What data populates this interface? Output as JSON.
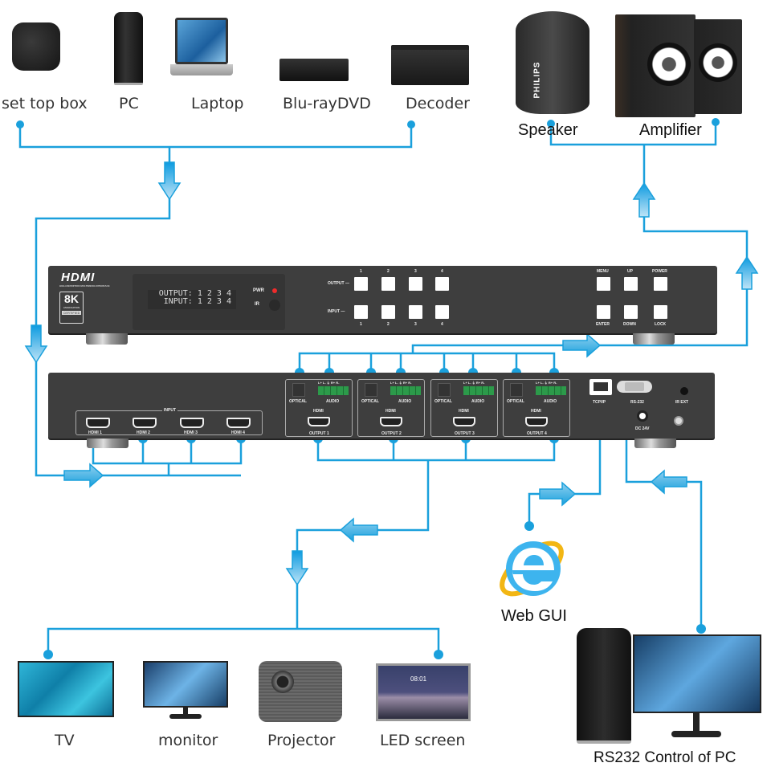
{
  "diagram": {
    "title": "4x4 HDMI Matrix Switcher Connection Diagram",
    "accent_color": "#1aa0dc",
    "sources": [
      {
        "label": "set top box",
        "icon": "set-top-box-icon"
      },
      {
        "label": "PC",
        "icon": "pc-tower-icon"
      },
      {
        "label": "Laptop",
        "icon": "laptop-icon"
      },
      {
        "label": "Blu-rayDVD",
        "icon": "bluray-player-icon"
      },
      {
        "label": "Decoder",
        "icon": "decoder-icon"
      }
    ],
    "audio_outputs": [
      {
        "label": "Speaker",
        "icon": "speaker-icon",
        "brand": "PHILIPS"
      },
      {
        "label": "Amplifier",
        "icon": "amplifier-icon"
      }
    ],
    "displays": [
      {
        "label": "TV",
        "icon": "tv-icon"
      },
      {
        "label": "monitor",
        "icon": "monitor-icon"
      },
      {
        "label": "Projector",
        "icon": "projector-icon"
      },
      {
        "label": "LED screen",
        "icon": "led-screen-icon",
        "screen_time": "08:01"
      }
    ],
    "control": [
      {
        "label": "Web GUI",
        "icon": "internet-explorer-icon"
      },
      {
        "label": "RS232 Control of PC",
        "icon": "desktop-pc-icon"
      }
    ]
  },
  "front_panel": {
    "logo": "HDMI",
    "logo_sub": "HIGH-DEFINITION MULTIMEDIA INTERFACE",
    "badge_main": "8K",
    "badge_sub": "ASSOCIATION",
    "badge_cert": "CERTIFIED",
    "display_line1": "OUTPUT: 1 2 3 4",
    "display_line2": "INPUT: 1 2 3 4",
    "pwr_label": "PWR",
    "ir_label": "IR",
    "output_row_label": "OUTPUT —",
    "input_row_label": "INPUT —",
    "output_numbers": [
      "1",
      "2",
      "3",
      "4"
    ],
    "input_numbers": [
      "1",
      "2",
      "3",
      "4"
    ],
    "control_top": [
      "MENU",
      "UP",
      "POWER"
    ],
    "control_bottom": [
      "ENTER",
      "DOWN",
      "LOCK"
    ]
  },
  "rear_panel": {
    "input_group_label": "INPUT",
    "inputs": [
      "HDMI 1",
      "HDMI 2",
      "HDMI 3",
      "HDMI 4"
    ],
    "outputs": [
      {
        "label": "OUTPUT 1",
        "optical": "OPTICAL",
        "audio": "AUDIO",
        "hdmi": "HDMI",
        "pins": "L+ L- ⏚ R+ R-"
      },
      {
        "label": "OUTPUT 2",
        "optical": "OPTICAL",
        "audio": "AUDIO",
        "hdmi": "HDMI",
        "pins": "L+ L- ⏚ R+ R-"
      },
      {
        "label": "OUTPUT 3",
        "optical": "OPTICAL",
        "audio": "AUDIO",
        "hdmi": "HDMI",
        "pins": "L+ L- ⏚ R+ R-"
      },
      {
        "label": "OUTPUT 4",
        "optical": "OPTICAL",
        "audio": "AUDIO",
        "hdmi": "HDMI",
        "pins": "L+ L- ⏚ R+ R-"
      }
    ],
    "tcpip_label": "TCP/IP",
    "rs232_label": "RS-232",
    "irext_label": "IR EXT",
    "dc_label": "DC 24V"
  }
}
